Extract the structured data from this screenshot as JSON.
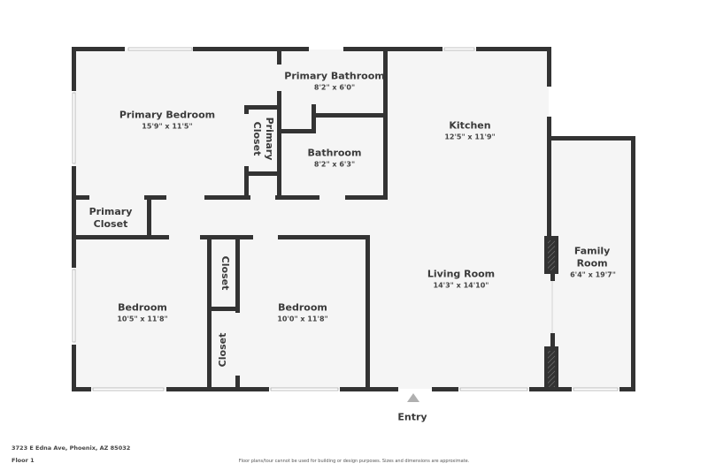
{
  "floorplan": {
    "floor_label": "Floor 1",
    "address": "3723 E Edna Ave, Phoenix, AZ 85032",
    "disclaimer": "Floor plans/tour cannot be used for building or design purposes. Sizes and dimensions are approximate.",
    "entry_label": "Entry",
    "colors": {
      "wall": "#333333",
      "floor": "#f5f5f5",
      "text": "#3a3a3a",
      "entry_marker": "#b0b0b0"
    },
    "rooms": [
      {
        "id": "primary-bedroom",
        "name": "Primary Bedroom",
        "dims": "15'9\" x 11'5\""
      },
      {
        "id": "primary-bathroom",
        "name": "Primary Bathroom",
        "dims": "8'2\" x 6'0\""
      },
      {
        "id": "primary-closet-vertical",
        "name": "Primary Closet",
        "dims": ""
      },
      {
        "id": "bathroom",
        "name": "Bathroom",
        "dims": "8'2\" x 6'3\""
      },
      {
        "id": "kitchen",
        "name": "Kitchen",
        "dims": "12'5\" x 11'9\""
      },
      {
        "id": "primary-closet",
        "name": "Primary Closet",
        "dims": ""
      },
      {
        "id": "family-room",
        "name": "Family Room",
        "dims": "6'4\" x 19'7\""
      },
      {
        "id": "living-room",
        "name": "Living Room",
        "dims": "14'3\" x 14'10\""
      },
      {
        "id": "bedroom-1",
        "name": "Bedroom",
        "dims": "10'5\" x 11'8\""
      },
      {
        "id": "bedroom-2",
        "name": "Bedroom",
        "dims": "10'0\" x 11'8\""
      },
      {
        "id": "closet-upper",
        "name": "Closet",
        "dims": ""
      },
      {
        "id": "closet-lower",
        "name": "Closet",
        "dims": ""
      }
    ]
  }
}
